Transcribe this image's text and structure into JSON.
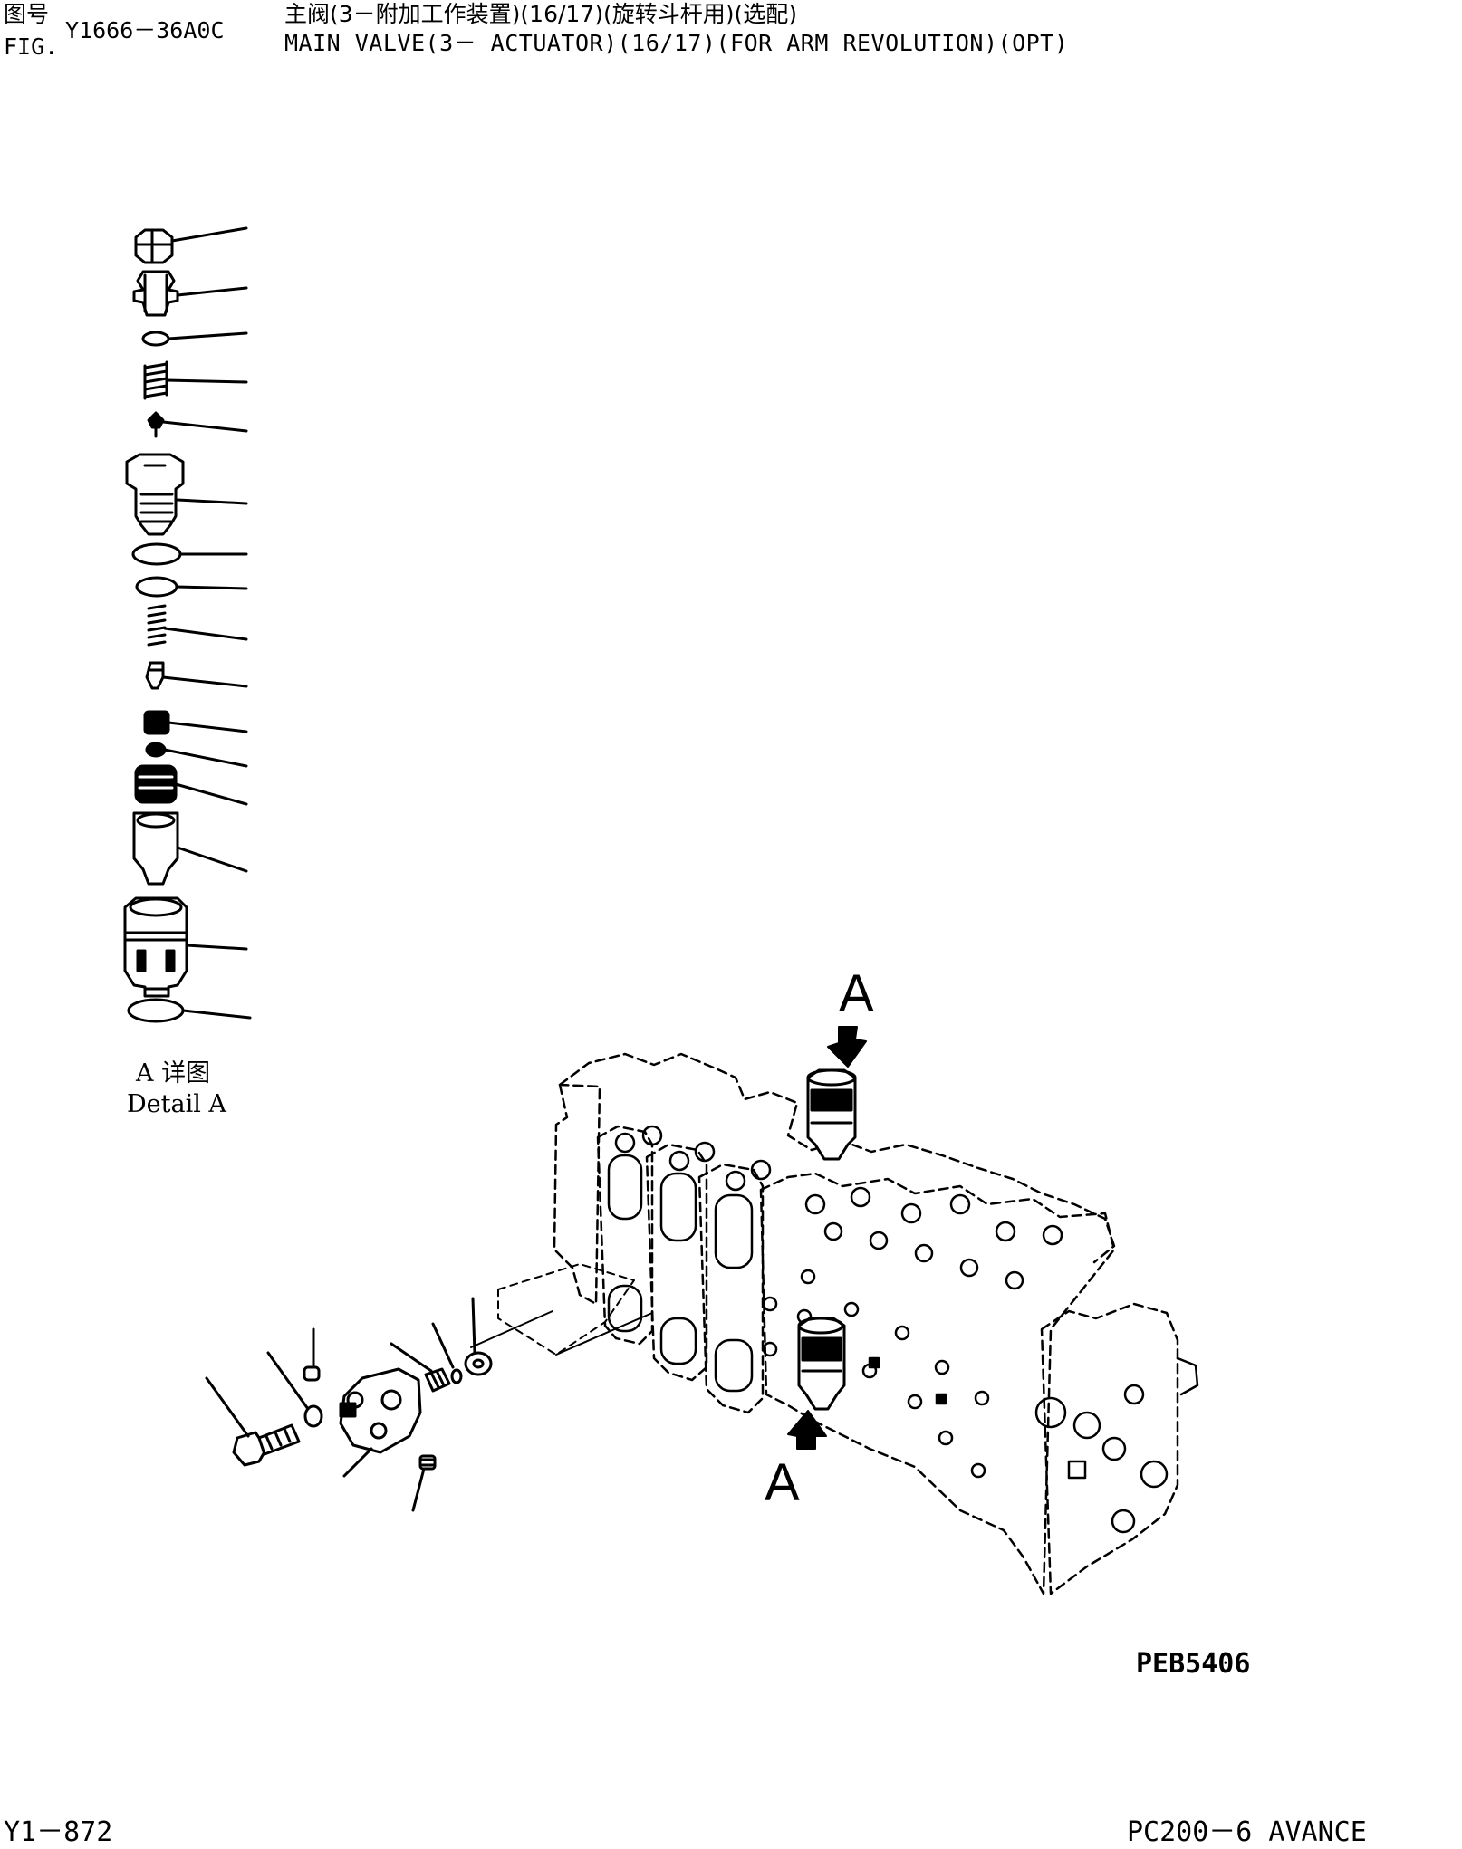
{
  "header": {
    "fig_label_cn": "图号",
    "fig_label_en": "FIG.",
    "fig_code": "Y1666－36A0C",
    "title_cn": "主阀(3－附加工作装置)(16/17)(旋转斗杆用)(选配)",
    "title_en": "MAIN VALVE(3－ ACTUATOR)(16/17)(FOR ARM REVOLUTION)(OPT)"
  },
  "detail": {
    "label_cn": "A 详图",
    "label_en": "Detail A"
  },
  "view_markers": {
    "top": "A",
    "bottom": "A"
  },
  "drawing_code": "PEB5406",
  "footer": {
    "page": "Y1－872",
    "model": "PC200－6 AVANCE"
  }
}
